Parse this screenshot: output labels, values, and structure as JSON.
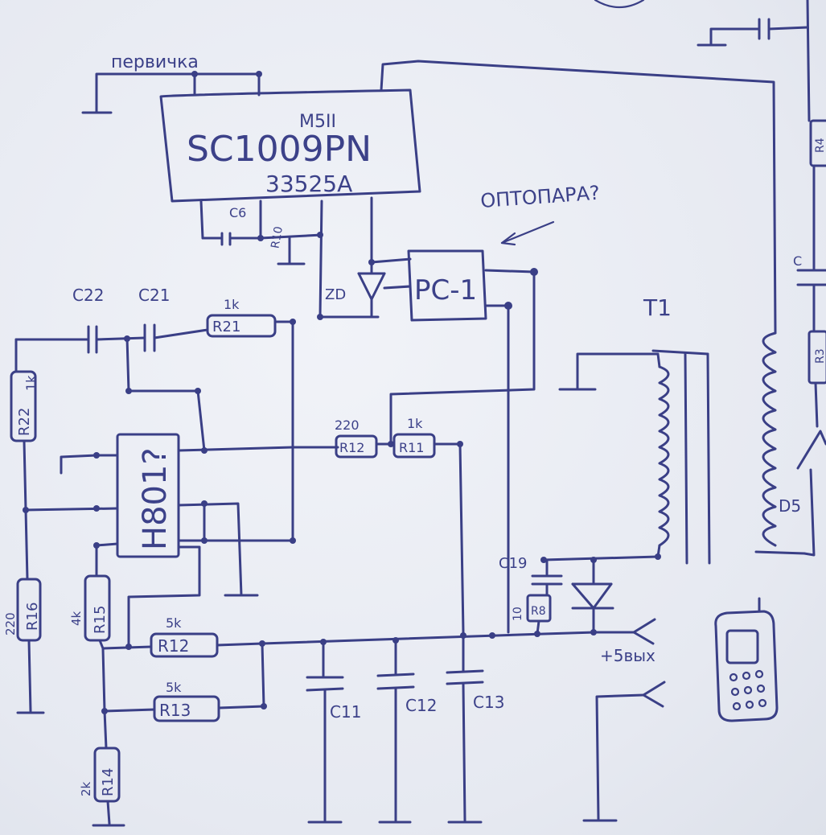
{
  "diagram": {
    "transformer_label": "T1",
    "optocoupler_note": "ОПТОПАРА?",
    "primary_label": "первичка",
    "ic_main": {
      "line1": "М5II",
      "line2": "SC1009PN",
      "line3": "33525A"
    },
    "ic_sec": {
      "label": "H801?"
    },
    "optocoupler": {
      "label": "PC-1"
    },
    "zener": {
      "label": "ZD"
    },
    "components": {
      "c22": "C22",
      "c21": "C21",
      "r21_name": "R21",
      "r21_value": "1k",
      "r22_name": "R22",
      "r22_value": "1k",
      "r16_name": "R16",
      "r16_value": "220",
      "r15_name": "R15",
      "r15_value": "4k",
      "r14_name": "R14",
      "r14_value": "2k",
      "r12a_name": "R12",
      "r12a_value": "220",
      "r11_name": "R11",
      "r11_value": "1k",
      "r12b_name": "R12",
      "r12b_value": "5k",
      "r13_name": "R13",
      "r13_value": "5k",
      "c11": "C11",
      "c12": "C12",
      "c13": "C13",
      "c19": "C19",
      "r8_name": "R8",
      "r8_value": "10",
      "d5": "D5",
      "c_right": "C",
      "r3": "R3",
      "r_top_right": "R4",
      "c6": "C6",
      "r_small": "R10"
    },
    "output_label": "+5вых",
    "colors": {
      "ink": "#3a3f86",
      "paper": "#eceff5"
    }
  }
}
